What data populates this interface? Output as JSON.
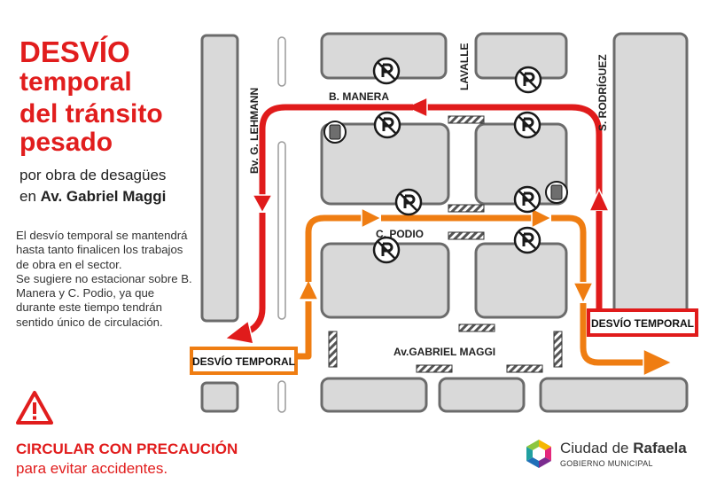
{
  "title": {
    "line1": "DESVÍO",
    "line2": "temporal",
    "line3": "del tránsito",
    "line4": "pesado"
  },
  "subtitle": {
    "line1": "por obra de desagües",
    "line2_prefix": "en ",
    "line2_bold": "Av. Gabriel Maggi"
  },
  "description": {
    "para1": "El desvío temporal se mantendrá hasta tanto finalicen los trabajos de obra en el sector.",
    "para2": "Se sugiere no estacionar sobre B. Manera y C. Podio, ya que durante este tiempo tendrán sentido único de circulación."
  },
  "warning": {
    "title": "CIRCULAR CON PRECAUCIÓN",
    "subtitle": "para evitar accidentes."
  },
  "map": {
    "streets": {
      "manera": "B. MANERA",
      "podio": "C. PODIO",
      "maggi": "Av.GABRIEL MAGGI",
      "lehmann": "Bv. G. LEHMANN",
      "lavalle": "LAVALLE",
      "rodriguez": "S. RODRÍGUEZ"
    },
    "detour_label_left": "DESVÍO TEMPORAL",
    "detour_label_right": "DESVÍO TEMPORAL",
    "colors": {
      "red_route": "#e01b1b",
      "orange_route": "#ef7d12",
      "block_fill": "#d9d9d9",
      "block_stroke": "#6b6b6b"
    }
  },
  "logo": {
    "name_regular": "Ciudad de ",
    "name_bold": "Rafaela",
    "subtitle": "GOBIERNO MUNICIPAL"
  }
}
